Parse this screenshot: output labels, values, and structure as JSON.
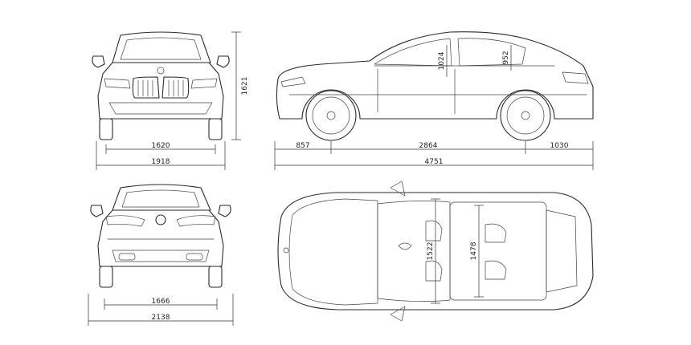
{
  "dimensions": {
    "front_track": "1620",
    "front_width": "1918",
    "side_front_overhang": "857",
    "side_wheelbase": "2864",
    "side_rear_overhang": "1030",
    "side_length": "4751",
    "side_height": "1621",
    "side_headroom_front": "1024",
    "side_headroom_rear": "952",
    "rear_track": "1666",
    "rear_width": "2138",
    "top_shoulder_front": "1522",
    "top_shoulder_rear": "1478"
  },
  "colors": {
    "line": "#2a2a2a",
    "background": "#ffffff"
  }
}
